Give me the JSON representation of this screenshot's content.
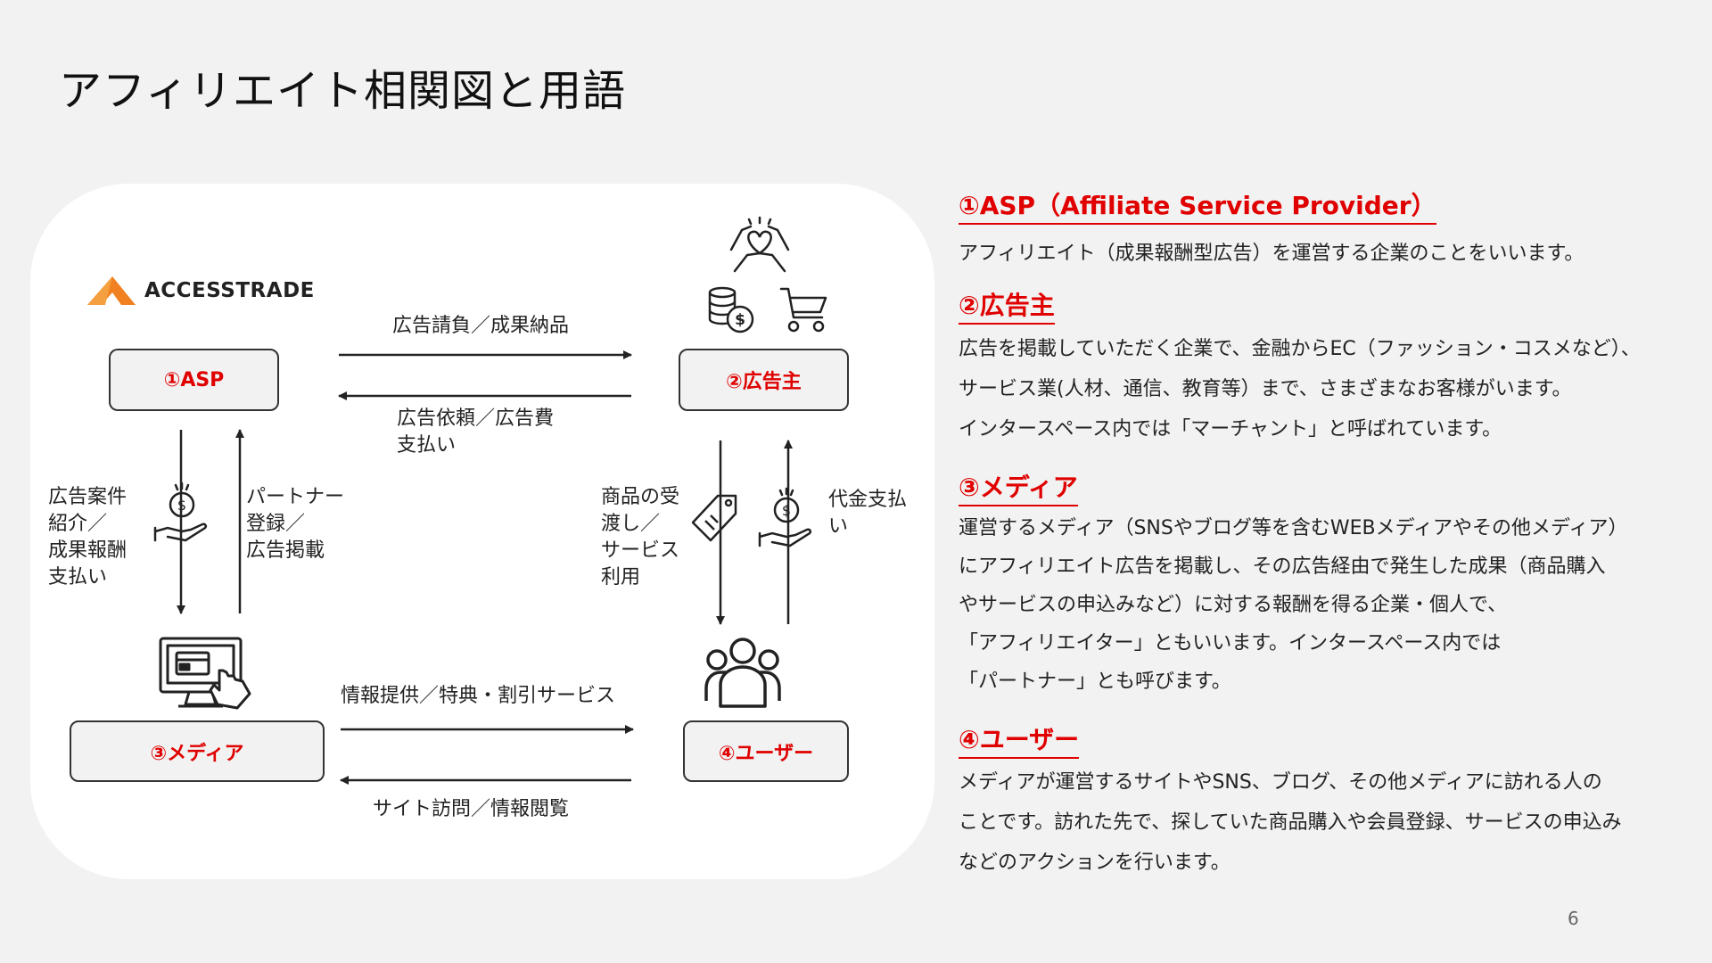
{
  "slide": {
    "title": "アフィリエイト相関図と用語",
    "page_number": "6"
  },
  "diagram": {
    "logo_text": "ACCESSTRADE",
    "logo_color": "#f08020",
    "nodes": {
      "asp": "①ASP",
      "advertiser": "②広告主",
      "media": "③メディア",
      "user": "④ユーザー"
    },
    "node_text_color": "#e00000",
    "labels": {
      "asp_to_adv": "広告請負／成果納品",
      "adv_to_asp": "広告依頼／広告費\n支払い",
      "asp_to_media": "広告案件\n紹介／\n成果報酬\n支払い",
      "media_to_asp": "パートナー\n登録／\n広告掲載",
      "adv_to_user": "商品の受\n渡し／\nサービス\n利用",
      "user_to_adv": "代金支払\nい",
      "media_to_user": "情報提供／特典・割引サービス",
      "user_to_media": "サイト訪問／情報閲覧"
    },
    "icons": [
      "logo-mark-icon",
      "heart-hands-icon",
      "coins-icon",
      "shopping-cart-icon",
      "money-hand-icon",
      "computer-card-icon",
      "price-tag-icon",
      "users-group-icon"
    ]
  },
  "terms": [
    {
      "heading": "①ASP（Affiliate Service Provider）",
      "body": "アフィリエイト（成果報酬型広告）を運営する企業のことをいいます。"
    },
    {
      "heading": "②広告主",
      "body": "広告を掲載していただく企業で、金融からEC（ファッション・コスメなど）、\nサービス業(人材、通信、教育等）まで、さまざまなお客様がいます。\nインタースペース内では「マーチャント」と呼ばれています。"
    },
    {
      "heading": "③メディア",
      "body": "運営するメディア（SNSやブログ等を含むWEBメディアやその他メディア）\nにアフィリエイト広告を掲載し、その広告経由で発生した成果（商品購入\nやサービスの申込みなど）に対する報酬を得る企業・個人で、\n「アフィリエイター」ともいいます。インタースペース内では\n「パートナー」とも呼びます。"
    },
    {
      "heading": "④ユーザー",
      "body": "メディアが運営するサイトやSNS、ブログ、その他メディアに訪れる人の\nことです。訪れた先で、探していた商品購入や会員登録、サービスの申込み\nなどのアクションを行います。"
    }
  ],
  "colors": {
    "accent": "#e00000",
    "background": "#f2f2f2",
    "panel": "#ffffff"
  }
}
